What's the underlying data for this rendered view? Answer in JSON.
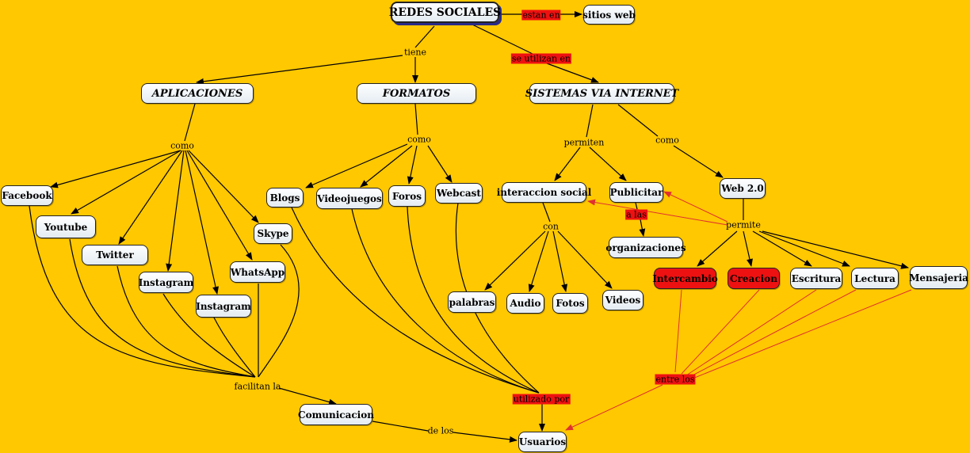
{
  "colors": {
    "background": "#FFC800",
    "node_fill": "#f4f8fb",
    "highlight": "#ee1111",
    "line": "#000000",
    "red_line": "#e03030"
  },
  "nodes": {
    "redes": "REDES SOCIALES",
    "sitios": "sitios web",
    "aplicaciones": "APLICACIONES",
    "formatos": "FORMATOS",
    "sistemas": "SISTEMAS VIA INTERNET",
    "facebook": "Facebook",
    "youtube": "Youtube",
    "twitter": "Twitter",
    "instagram1": "Instagram",
    "instagram2": "Instagram",
    "whatsapp": "WhatsApp",
    "skype": "Skype",
    "blogs": "Blogs",
    "videojuegos": "Videojuegos",
    "foros": "Foros",
    "webcast": "Webcast",
    "interaccion": "interaccion social",
    "publicitar": "Publicitar",
    "organizaciones": "organizaciones",
    "web20": "Web 2.0",
    "palabras": "palabras",
    "audio": "Audio",
    "fotos": "Fotos",
    "videos": "Videos",
    "intercambio": "Intercambio",
    "creacion": "Creacion",
    "escritura": "Escritura",
    "lectura": "Lectura",
    "mensajeria": "Mensajeria",
    "comunicacion": "Comunicacion",
    "usuarios": "Usuarios"
  },
  "labels": {
    "estan_en": "estan en",
    "tiene": "tiene",
    "se_utilizan_en": "se utilizan en",
    "como_apps": "como",
    "como_formatos": "como",
    "permiten": "permiten",
    "como_sistemas": "como",
    "con": "con",
    "a_las": "a las",
    "permite": "permite",
    "facilitan_la": "facilitan la",
    "utilizado_por": "utilizado por",
    "entre_los": "entre los",
    "de_los": "de los"
  }
}
